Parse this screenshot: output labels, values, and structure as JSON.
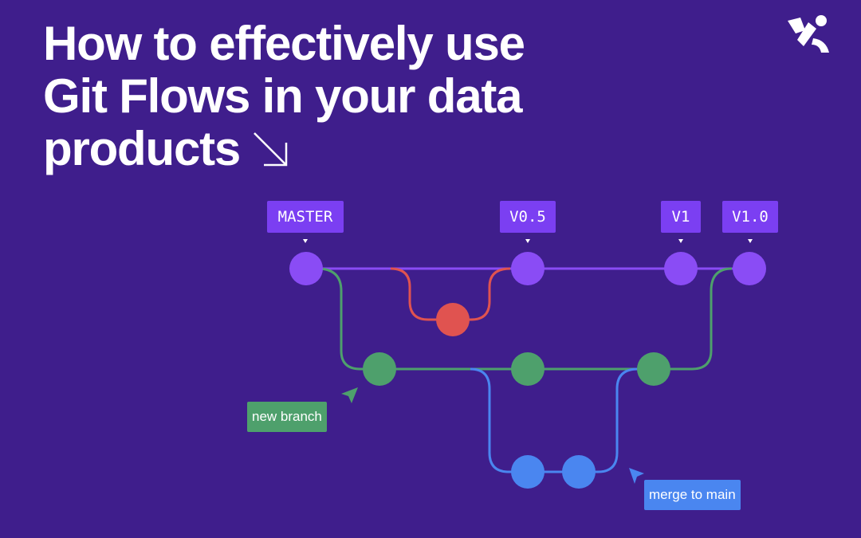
{
  "headline": {
    "lines": [
      "How to effectively use",
      "Git Flows in your data",
      "products"
    ]
  },
  "logo_icon": "brand-logo-icon",
  "arrow_icon": "arrow-down-right-icon",
  "tags": {
    "master": "MASTER",
    "v05": "V0.5",
    "v1": "V1",
    "v10": "V1.0"
  },
  "callouts": {
    "new_branch": "new branch",
    "merge_to_main": "merge to main"
  },
  "colors": {
    "background": "#3f1e8c",
    "master_branch": "#8a4cf5",
    "hotfix_branch": "#e05350",
    "develop_branch": "#4ea06c",
    "feature_branch": "#4a86f0",
    "tag_bg": "#7b3ff2"
  }
}
